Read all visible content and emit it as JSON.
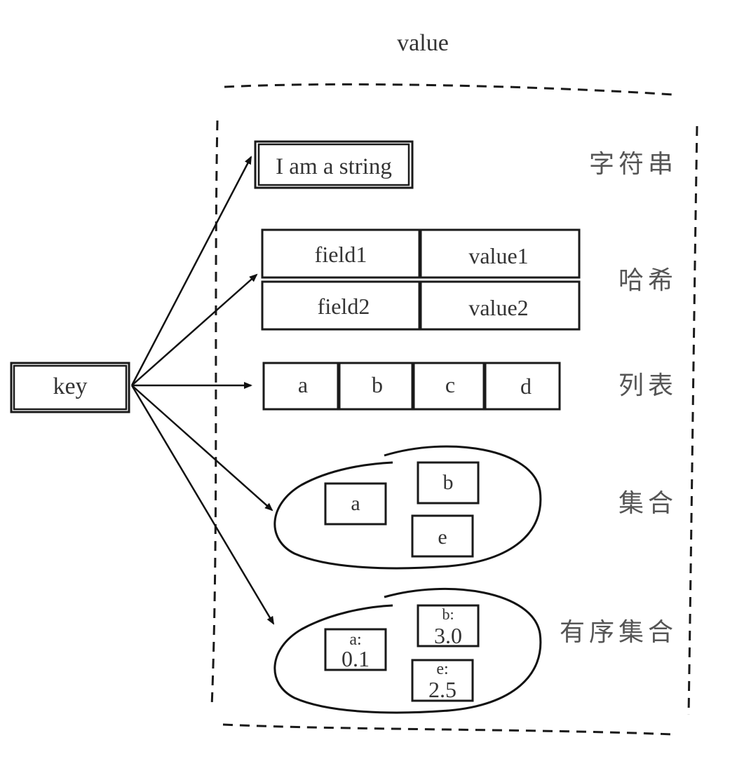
{
  "title": "value",
  "key_label": "key",
  "string": {
    "value": "I am a string",
    "type_label": "字符串"
  },
  "hash": {
    "rows": [
      {
        "field": "field1",
        "value": "value1"
      },
      {
        "field": "field2",
        "value": "value2"
      }
    ],
    "type_label": "哈希"
  },
  "list": {
    "items": [
      "a",
      "b",
      "c",
      "d"
    ],
    "type_label": "列表"
  },
  "set": {
    "members": [
      "a",
      "b",
      "e"
    ],
    "type_label": "集合"
  },
  "zset": {
    "members": [
      {
        "member": "a:",
        "score": "0.1"
      },
      {
        "member": "b:",
        "score": "3.0"
      },
      {
        "member": "e:",
        "score": "2.5"
      }
    ],
    "type_label": "有序集合"
  }
}
